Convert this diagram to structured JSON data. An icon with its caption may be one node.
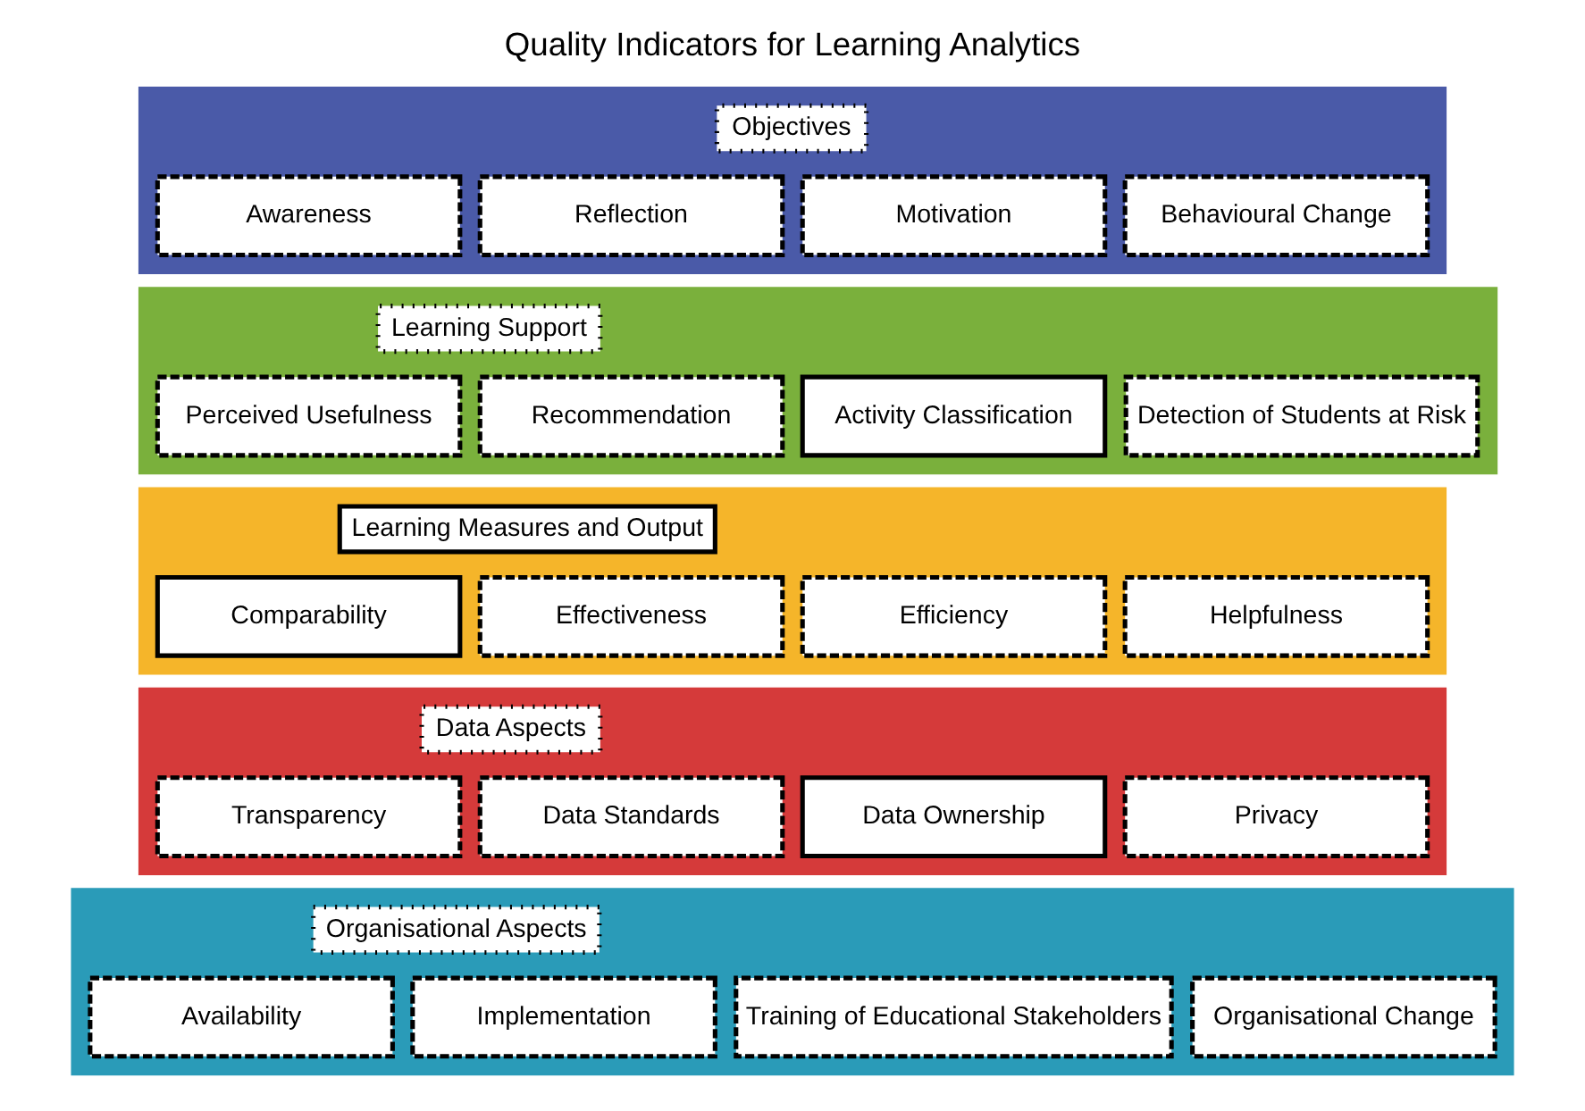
{
  "diagram": {
    "title": "Quality Indicators for Learning Analytics",
    "nodes": [
      {
        "text": [],
        "shape": "box"
      },
      {
        "text": [
          "Objectives"
        ],
        "in": 0
      },
      {
        "text": [
          "Awareness"
        ],
        "in": 0
      },
      {
        "text": [
          "Reflection"
        ],
        "in": 0
      },
      {
        "text": [
          "Motivation"
        ],
        "in": 0
      },
      {
        "text": [
          "Behavioural Change"
        ],
        "in": 0
      },
      {
        "text": [],
        "shape": "box"
      },
      {
        "text": [
          "Learning Support"
        ],
        "in": 6
      },
      {
        "text": [
          "Perceived Usefulness"
        ],
        "in": 6
      },
      {
        "text": [
          "Recommendation"
        ],
        "in": 6
      },
      {
        "text": [
          "Activity Classification"
        ],
        "in": 6
      },
      {
        "text": [
          "Detection of Students at Risk"
        ],
        "in": 6
      },
      {
        "text": [],
        "shape": "box"
      },
      {
        "text": [
          "Learning Measures and Output"
        ],
        "in": 12
      },
      {
        "text": [
          "Comparability"
        ],
        "in": 12
      },
      {
        "text": [
          "Effectiveness"
        ],
        "in": 12
      },
      {
        "text": [
          "Efficiency"
        ],
        "in": 12
      },
      {
        "text": [
          "Helpfulness"
        ],
        "in": 12
      },
      {
        "text": [],
        "shape": "box"
      },
      {
        "text": [
          "Data Aspects"
        ],
        "in": 18
      },
      {
        "text": [
          "Transparency"
        ],
        "in": 18
      },
      {
        "text": [
          "Data Standards"
        ],
        "in": 18
      },
      {
        "text": [
          "Data Ownership"
        ],
        "in": 18
      },
      {
        "text": [
          "Privacy"
        ],
        "in": 18
      },
      {
        "text": [],
        "shape": "box"
      },
      {
        "text": [
          "Organisational Aspects"
        ],
        "in": 24
      },
      {
        "text": [
          "Availability"
        ],
        "in": 24
      },
      {
        "text": [
          "Implementation"
        ],
        "in": 24
      },
      {
        "text": [
          "Training of Educational Stakeholders"
        ],
        "in": 24
      },
      {
        "text": [
          "Organisational Change"
        ],
        "in": 24
      }
    ],
    "edges": []
  }
}
